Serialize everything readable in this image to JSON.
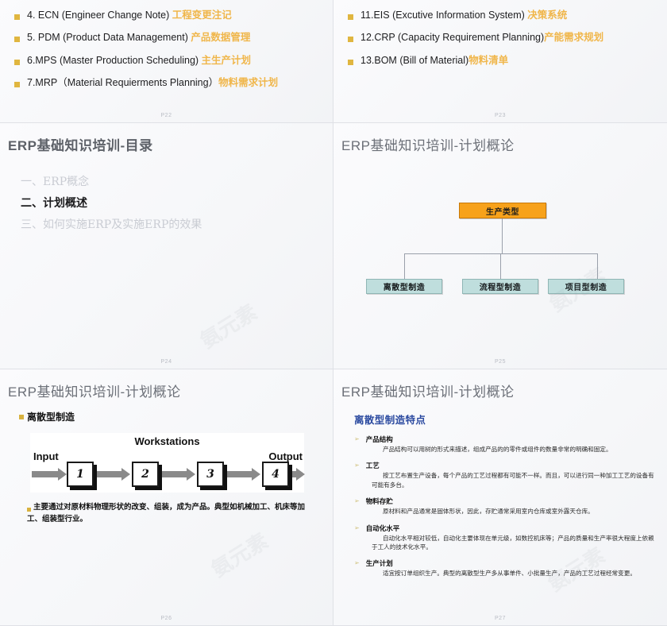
{
  "slides": [
    {
      "id": "p22",
      "page_label": "P22",
      "items": [
        {
          "en": "4. ECN (Engineer Change Note) ",
          "cn": "工程变更注记"
        },
        {
          "en": "5. PDM (Product Data Management) ",
          "cn": "产品数据管理"
        },
        {
          "en": "6.MPS (Master Production Scheduling) ",
          "cn": "主生产计划"
        },
        {
          "en": "7.MRP（Material  Requierments Planning）",
          "cn": "物料需求计划"
        }
      ]
    },
    {
      "id": "p23",
      "page_label": "P23",
      "items": [
        {
          "en": "11.EIS (Excutive  Information System) ",
          "cn": "决策系统"
        },
        {
          "en": "12.CRP (Capacity Requirement Planning)",
          "cn": "产能需求规划"
        },
        {
          "en": "13.BOM (Bill of Material)",
          "cn": "物料清单"
        }
      ]
    },
    {
      "id": "p24",
      "page_label": "P24",
      "title": "ERP基础知识培训-目录",
      "toc": [
        {
          "text": "一、ERP概念",
          "state": "dim"
        },
        {
          "text": "二、计划概述",
          "state": "active"
        },
        {
          "text": "三、如何实施ERP及实施ERP的效果",
          "state": "dim"
        }
      ]
    },
    {
      "id": "p25",
      "page_label": "P25",
      "title": "ERP基础知识培训-计划概论",
      "chart": {
        "root": "生产类型",
        "leaves": [
          "离散型制造",
          "流程型制造",
          "项目型制造"
        ],
        "root_color": "#f7a21b",
        "leaf_color": "#bfdedd"
      }
    },
    {
      "id": "p26",
      "page_label": "P26",
      "title": "ERP基础知识培训-计划概论",
      "bullet": "离散型制造",
      "diagram": {
        "title": "Workstations",
        "input_label": "Input",
        "output_label": "Output",
        "stations": [
          "1",
          "2",
          "3",
          "4"
        ]
      },
      "caption": "主要通过对原材料物理形状的改变、组装，成为产品。典型如机械加工、机床等加工、组装型行业。"
    },
    {
      "id": "p27",
      "page_label": "P27",
      "title": "ERP基础知识培训-计划概论",
      "heading": "离散型制造特点",
      "features": [
        {
          "title": "产品结构",
          "body": "产品结构可以用树的形式来描述，组成产品的的零件或组件的数量非常的明确和固定。"
        },
        {
          "title": "工艺",
          "body": "按工艺布置生产设备，每个产品的工艺过程都有可能不一样。而且，可以进行同一种加工工艺的设备有可能有多台。"
        },
        {
          "title": "物料存贮",
          "body": "原材料和产品通常是固体形状，因此，存贮通常采用室内仓库或室外露天仓库。"
        },
        {
          "title": "自动化水平",
          "body": "自动化水平相对较低，自动化主要体现在单元级，如数控机床等；产品的质量和生产率很大程度上依赖于工人的技术化水平。"
        },
        {
          "title": "生产计划",
          "body": "适宜按订单组织生产。典型的离散型生产多从事单件、小批量生产，产品的工艺过程经常变更。"
        }
      ]
    }
  ],
  "watermark": "氨元素"
}
